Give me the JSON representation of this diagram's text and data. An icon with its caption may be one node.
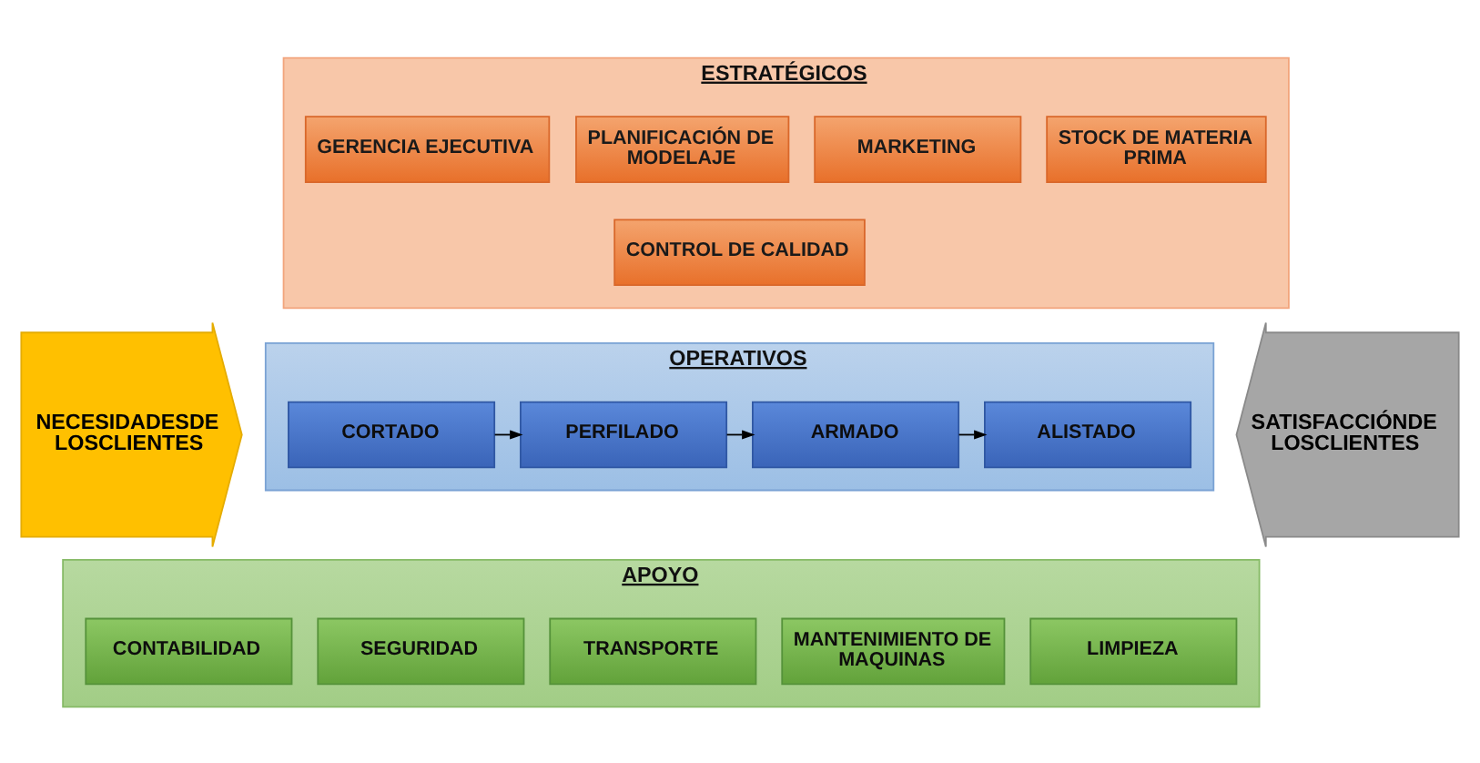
{
  "diagram": {
    "nodes": [
      {
        "text": [
          "NECESIDADESDE LOSCLIENTES"
        ]
      },
      {
        "text": [
          "ESTRATÉGICOS"
        ]
      },
      {
        "text": [
          "GERENCIA EJECUTIVA"
        ],
        "in": 1
      },
      {
        "text": [
          "PLANIFICACIÓN DE MODELAJE"
        ],
        "in": 1
      },
      {
        "text": [
          "MARKETING"
        ],
        "in": 1
      },
      {
        "text": [
          "STOCK DE MATERIA PRIMA"
        ],
        "in": 1
      },
      {
        "text": [
          "CONTROL DE CALIDAD"
        ],
        "in": 1
      },
      {
        "text": [
          "OPERATIVOS"
        ]
      },
      {
        "text": [
          "CORTADO"
        ],
        "in": 7
      },
      {
        "text": [
          "PERFILADO"
        ],
        "in": 7
      },
      {
        "text": [
          "ARMADO"
        ],
        "in": 7
      },
      {
        "text": [
          "ALISTADO"
        ],
        "in": 7
      },
      {
        "text": [
          "APOYO"
        ]
      },
      {
        "text": [
          "CONTABILIDAD"
        ],
        "in": 12
      },
      {
        "text": [
          "SEGURIDAD"
        ],
        "in": 12
      },
      {
        "text": [
          "TRANSPORTE"
        ],
        "in": 12
      },
      {
        "text": [
          "MANTENIMIENTO DE MAQUINAS"
        ],
        "in": 12
      },
      {
        "text": [
          "LIMPIEZA"
        ],
        "in": 12
      },
      {
        "text": [
          "SATISFACCIÓNDE LOSCLIENTES"
        ]
      }
    ],
    "edges": [
      {
        "from": 8,
        "to": 9,
        "arrow": "to"
      },
      {
        "from": 9,
        "to": 10,
        "arrow": "to"
      },
      {
        "from": 10,
        "to": 11,
        "arrow": "to"
      }
    ]
  }
}
